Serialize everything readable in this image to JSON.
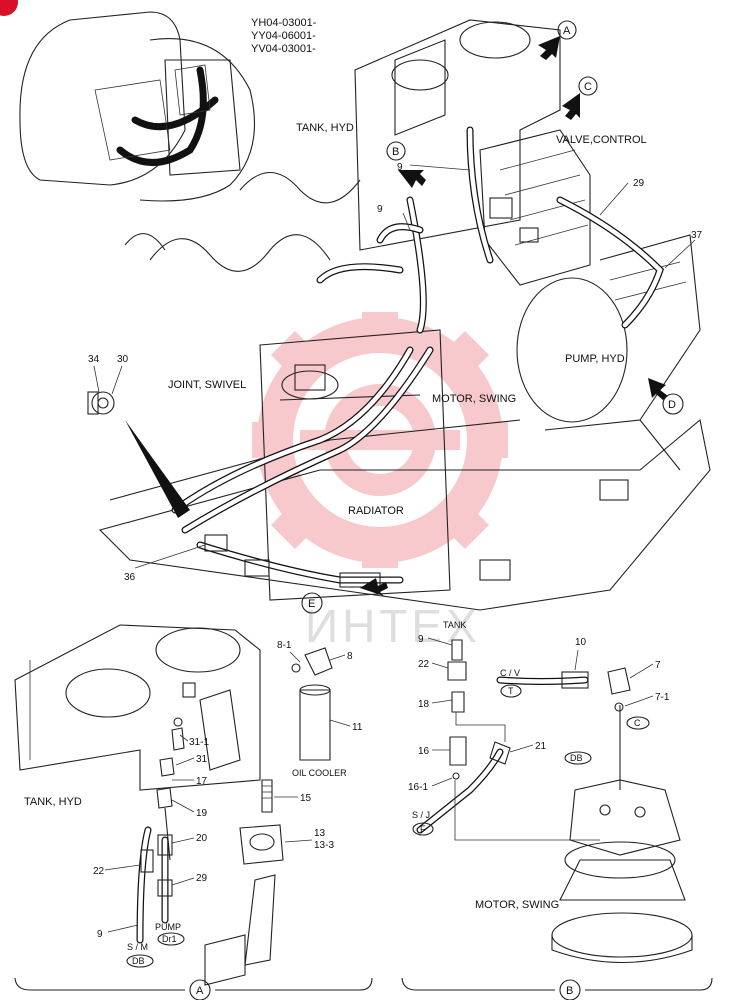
{
  "model_codes": [
    "YH04-03001-",
    "YY04-06001-",
    "YV04-03001-"
  ],
  "labels": {
    "tank_hyd_top": "TANK, HYD",
    "valve_control": "VALVE,CONTROL",
    "pump_hyd": "PUMP, HYD",
    "joint_swivel": "JOINT, SWIVEL",
    "motor_swing_top": "MOTOR, SWING",
    "radiator": "RADIATOR",
    "tank_hyd_detail": "TANK, HYD",
    "oil_cooler": "OIL COOLER",
    "tank_small": "TANK",
    "pump_small": "PUMP",
    "motor_swing_detail": "MOTOR, SWING",
    "cv": "C / V",
    "sj_b": "S / J",
    "sm": "S / M"
  },
  "circle_tags": {
    "A_top": "A",
    "B_top": "B",
    "C_top": "C",
    "D": "D",
    "E": "E",
    "T": "T",
    "C_small": "C",
    "DB_b": "DB",
    "F": "F",
    "Dr1": "Dr1",
    "DB_a": "DB",
    "A_bottom": "A",
    "B_bottom": "B"
  },
  "part_numbers": {
    "p9_a": "9",
    "p9_b": "9",
    "p29_top": "29",
    "p37": "37",
    "p34": "34",
    "p30": "30",
    "p36": "36",
    "p8_1": "8-1",
    "p8": "8",
    "p11": "11",
    "p31_1": "31-1",
    "p31": "31",
    "p17": "17",
    "p19": "19",
    "p15": "15",
    "p20": "20",
    "p13": "13",
    "p13_3": "13-3",
    "p22_a": "22",
    "p29_a": "29",
    "p9_c": "9",
    "p9_d": "9",
    "p22_b": "22",
    "p18": "18",
    "p16": "16",
    "p16_1": "16-1",
    "p21": "21",
    "p10": "10",
    "p7": "7",
    "p7_1": "7-1"
  },
  "watermark": "ИНТЕХ"
}
